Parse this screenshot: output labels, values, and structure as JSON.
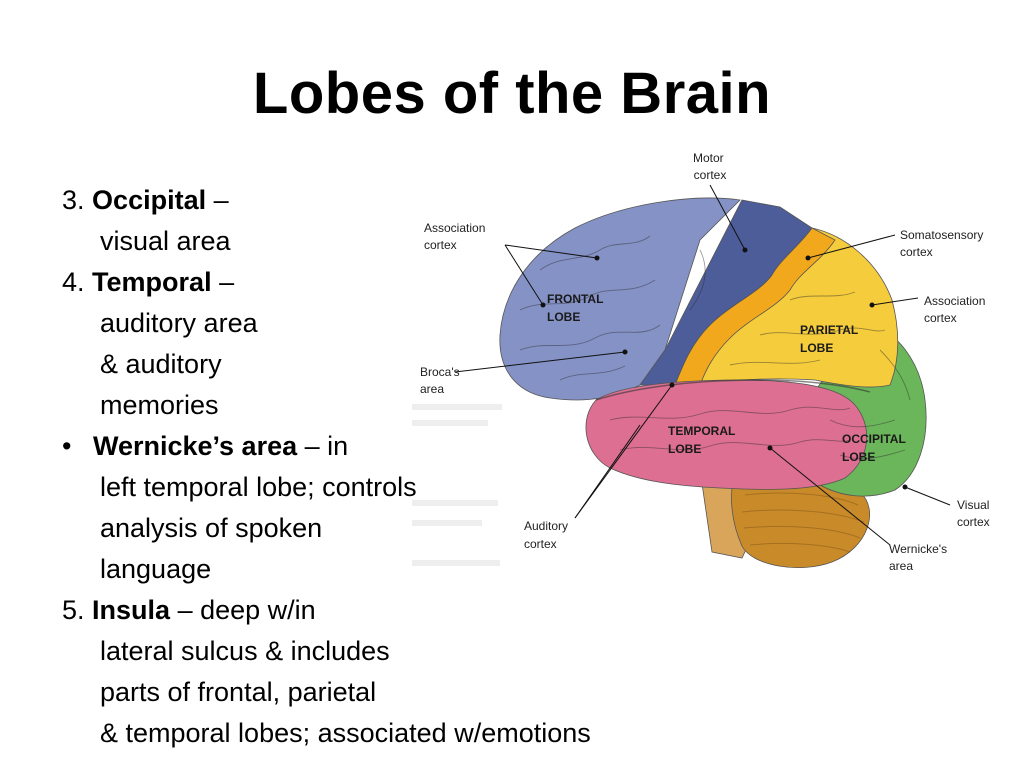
{
  "title": "Lobes of the Brain",
  "list": [
    {
      "marker": "3.",
      "bold": "Occipital",
      "rest": " –",
      "lines": [
        "visual area"
      ]
    },
    {
      "marker": "4.",
      "bold": "Temporal",
      "rest": " –",
      "lines": [
        "auditory area",
        "& auditory",
        "memories"
      ]
    },
    {
      "marker": "•",
      "bold": "Wernicke’s area",
      "rest": " – in",
      "lines": [
        "left temporal lobe; controls",
        "analysis of spoken",
        "language"
      ]
    },
    {
      "marker": "5.",
      "bold": "Insula",
      "rest": " – deep w/in",
      "lines": [
        "lateral sulcus & includes",
        "parts of frontal, parietal",
        "& temporal lobes; associated w/emotions"
      ]
    }
  ],
  "diagram": {
    "labels": {
      "motor_cortex": [
        "Motor",
        "cortex"
      ],
      "association_cortex_left": [
        "Association",
        "cortex"
      ],
      "somatosensory_cortex": [
        "Somatosensory",
        "cortex"
      ],
      "association_cortex_right": [
        "Association",
        "cortex"
      ],
      "brocas_area": [
        "Broca's",
        "area"
      ],
      "visual_cortex": [
        "Visual",
        "cortex"
      ],
      "auditory_cortex": [
        "Auditory",
        "cortex"
      ],
      "wernickes_area": [
        "Wernicke's",
        "area"
      ]
    },
    "lobes": {
      "frontal": [
        "FRONTAL",
        "LOBE"
      ],
      "parietal": [
        "PARIETAL",
        "LOBE"
      ],
      "temporal": [
        "TEMPORAL",
        "LOBE"
      ],
      "occipital": [
        "OCCIPITAL",
        "LOBE"
      ]
    },
    "colors": {
      "frontal": "#8592c6",
      "motor_strip": "#4d5d9a",
      "somatosensory": "#f2a81c",
      "parietal": "#f5cc3c",
      "temporal": "#dc6f92",
      "occipital": "#6bb65a",
      "cerebellum": "#c98a2a",
      "brainstem": "#d8a55a"
    }
  }
}
